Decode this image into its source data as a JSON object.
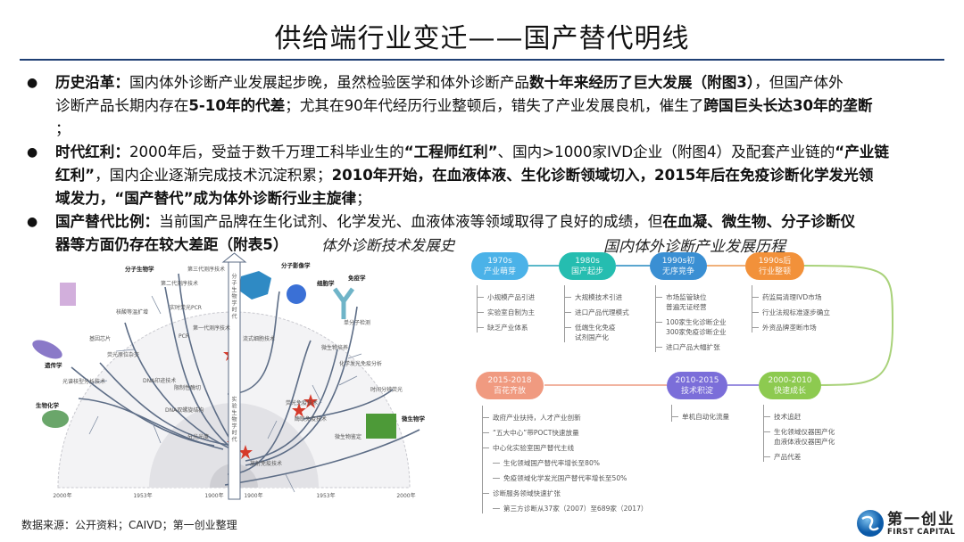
{
  "title": "供给端行业变迁——国产替代明线",
  "bullets": [
    {
      "lines": [
        [
          {
            "t": "历史沿革：",
            "b": true
          },
          {
            "t": "国内体外诊断产业发展起步晚，虽然检验医学和体外诊断产品"
          },
          {
            "t": "数十年来经历了巨大发展（附图3）",
            "b": true
          },
          {
            "t": "，但国产体外"
          }
        ],
        [
          {
            "t": "诊断产品长期内存在"
          },
          {
            "t": "5-10年的代差",
            "b": true
          },
          {
            "t": "；尤其在90年代经历行业整顿后，错失了产业发展良机，催生了"
          },
          {
            "t": "跨国巨头长达30年的垄断",
            "b": true
          }
        ],
        [
          {
            "t": "；"
          }
        ]
      ]
    },
    {
      "lines": [
        [
          {
            "t": "时代红利：",
            "b": true
          },
          {
            "t": "2000年后，受益于数千万理工科毕业生的"
          },
          {
            "t": "“工程师红利”",
            "b": true
          },
          {
            "t": "、国内>1000家IVD企业（附图4）及配套产业链的"
          },
          {
            "t": "“产业链",
            "b": true
          }
        ],
        [
          {
            "t": "红利”",
            "b": true
          },
          {
            "t": "，国内企业逐渐完成技术沉淀积累；"
          },
          {
            "t": "2010年开始，在血液体液、生化诊断领域切入，2015年后在免疫诊断化学发光领",
            "b": true
          }
        ],
        [
          {
            "t": "域发力，“国产替代”成为体外诊断行业主旋律",
            "b": true
          },
          {
            "t": "；"
          }
        ]
      ]
    },
    {
      "lines": [
        [
          {
            "t": "国产替代比例：",
            "b": true
          },
          {
            "t": "当前国产品牌在生化试剂、化学发光、血液体液等领域取得了良好的成绩，但"
          },
          {
            "t": "在血凝、微生物、分子诊断仪",
            "b": true
          }
        ],
        [
          {
            "t": "器等方面仍存在较大差距（附表5）",
            "b": true
          }
        ]
      ]
    }
  ],
  "left_figure": {
    "title": "体外诊断技术发展史",
    "axis_labels": [
      "2000年",
      "1953年",
      "1900年",
      "1900年",
      "1953年",
      "2000年"
    ],
    "era_upper": "分子生物学时代",
    "era_lower": "实验生物学时代",
    "fields": [
      "分子生物学",
      "分子影像学",
      "细胞学",
      "免疫学",
      "遗传学",
      "生物化学",
      "微生物学"
    ],
    "branch_labels": [
      "第二代测序技术",
      "第三代测序技术",
      "实时荧光PCR",
      "核酸等温扩增",
      "PCR",
      "第一代测序技术",
      "流式细胞技术",
      "基因芯片",
      "荧光原位杂交",
      "DNA印迹技术",
      "限制性酶切",
      "DNA双螺旋结构",
      "光谱核型分析技术",
      "分光光度",
      "放射免疫技术",
      "荧光免疫技术",
      "酶联免疫技术",
      "化学发光免疫分析",
      "时间分辨荧光",
      "微生物培养",
      "微生物鉴定",
      "单分子检测"
    ]
  },
  "timeline": {
    "title": "国内体外诊断产业发展历程",
    "colors": {
      "c1970": "#4bb2e8",
      "c1980": "#25bdb0",
      "c1990a": "#3a8fd3",
      "c1990b": "#f2913a",
      "c2015": "#f09a80",
      "c2010": "#7b6ed9",
      "c2000": "#8dca50"
    },
    "stages": [
      {
        "year": "1970s",
        "label": "产业萌芽",
        "items": [
          {
            "t": "小规模产品引进"
          },
          {
            "t": "实验室自制为主"
          },
          {
            "t": "缺乏产业体系"
          }
        ]
      },
      {
        "year": "1980s",
        "label": "国产起步",
        "items": [
          {
            "t": "大规模技术引进"
          },
          {
            "t": "进口产品代理模式"
          },
          {
            "t": "低端生化免疫\n试剂国产化"
          }
        ]
      },
      {
        "year": "1990s初",
        "label": "无序竞争",
        "items": [
          {
            "t": "市场监管缺位\n普遍无证经营"
          },
          {
            "t": "100家生化诊断企业\n300家免疫诊断企业"
          },
          {
            "t": "进口产品大幅扩张"
          }
        ]
      },
      {
        "year": "1990s后",
        "label": "行业整顿",
        "items": [
          {
            "t": "药监局清理IVD市场"
          },
          {
            "t": "行业法规标准逐步确立"
          },
          {
            "t": "外资品牌垄断市场"
          }
        ]
      },
      {
        "year": "2015-2018",
        "label": "百花齐放",
        "items": [
          {
            "t": "政府产业扶持，人才产业创新"
          },
          {
            "t": "“五大中心”带POCT快速放量"
          },
          {
            "t": "中心化实验室国产替代主线"
          },
          {
            "t": "生化领域国产替代率增长至80%",
            "sub": true
          },
          {
            "t": "免疫领域化学发光国产替代率增长至50%",
            "sub": true
          },
          {
            "t": "诊断服务领域快速扩张"
          },
          {
            "t": "第三方诊断从37家（2007）至689家（2017）",
            "sub": true
          }
        ]
      },
      {
        "year": "2010-2015",
        "label": "技术积淀",
        "items": [
          {
            "t": "单机自动化流量"
          }
        ]
      },
      {
        "year": "2000-2010",
        "label": "快速成长",
        "items": [
          {
            "t": "技术追赶"
          },
          {
            "t": "生化领域仪器国产化\n血液体液仪器国产化"
          },
          {
            "t": "产品代差"
          }
        ]
      }
    ]
  },
  "footer": {
    "source": "数据来源：公开资料；CAIVD；第一创业整理"
  },
  "logo": {
    "cn": "第一创业",
    "en": "FIRST CAPITAL"
  }
}
